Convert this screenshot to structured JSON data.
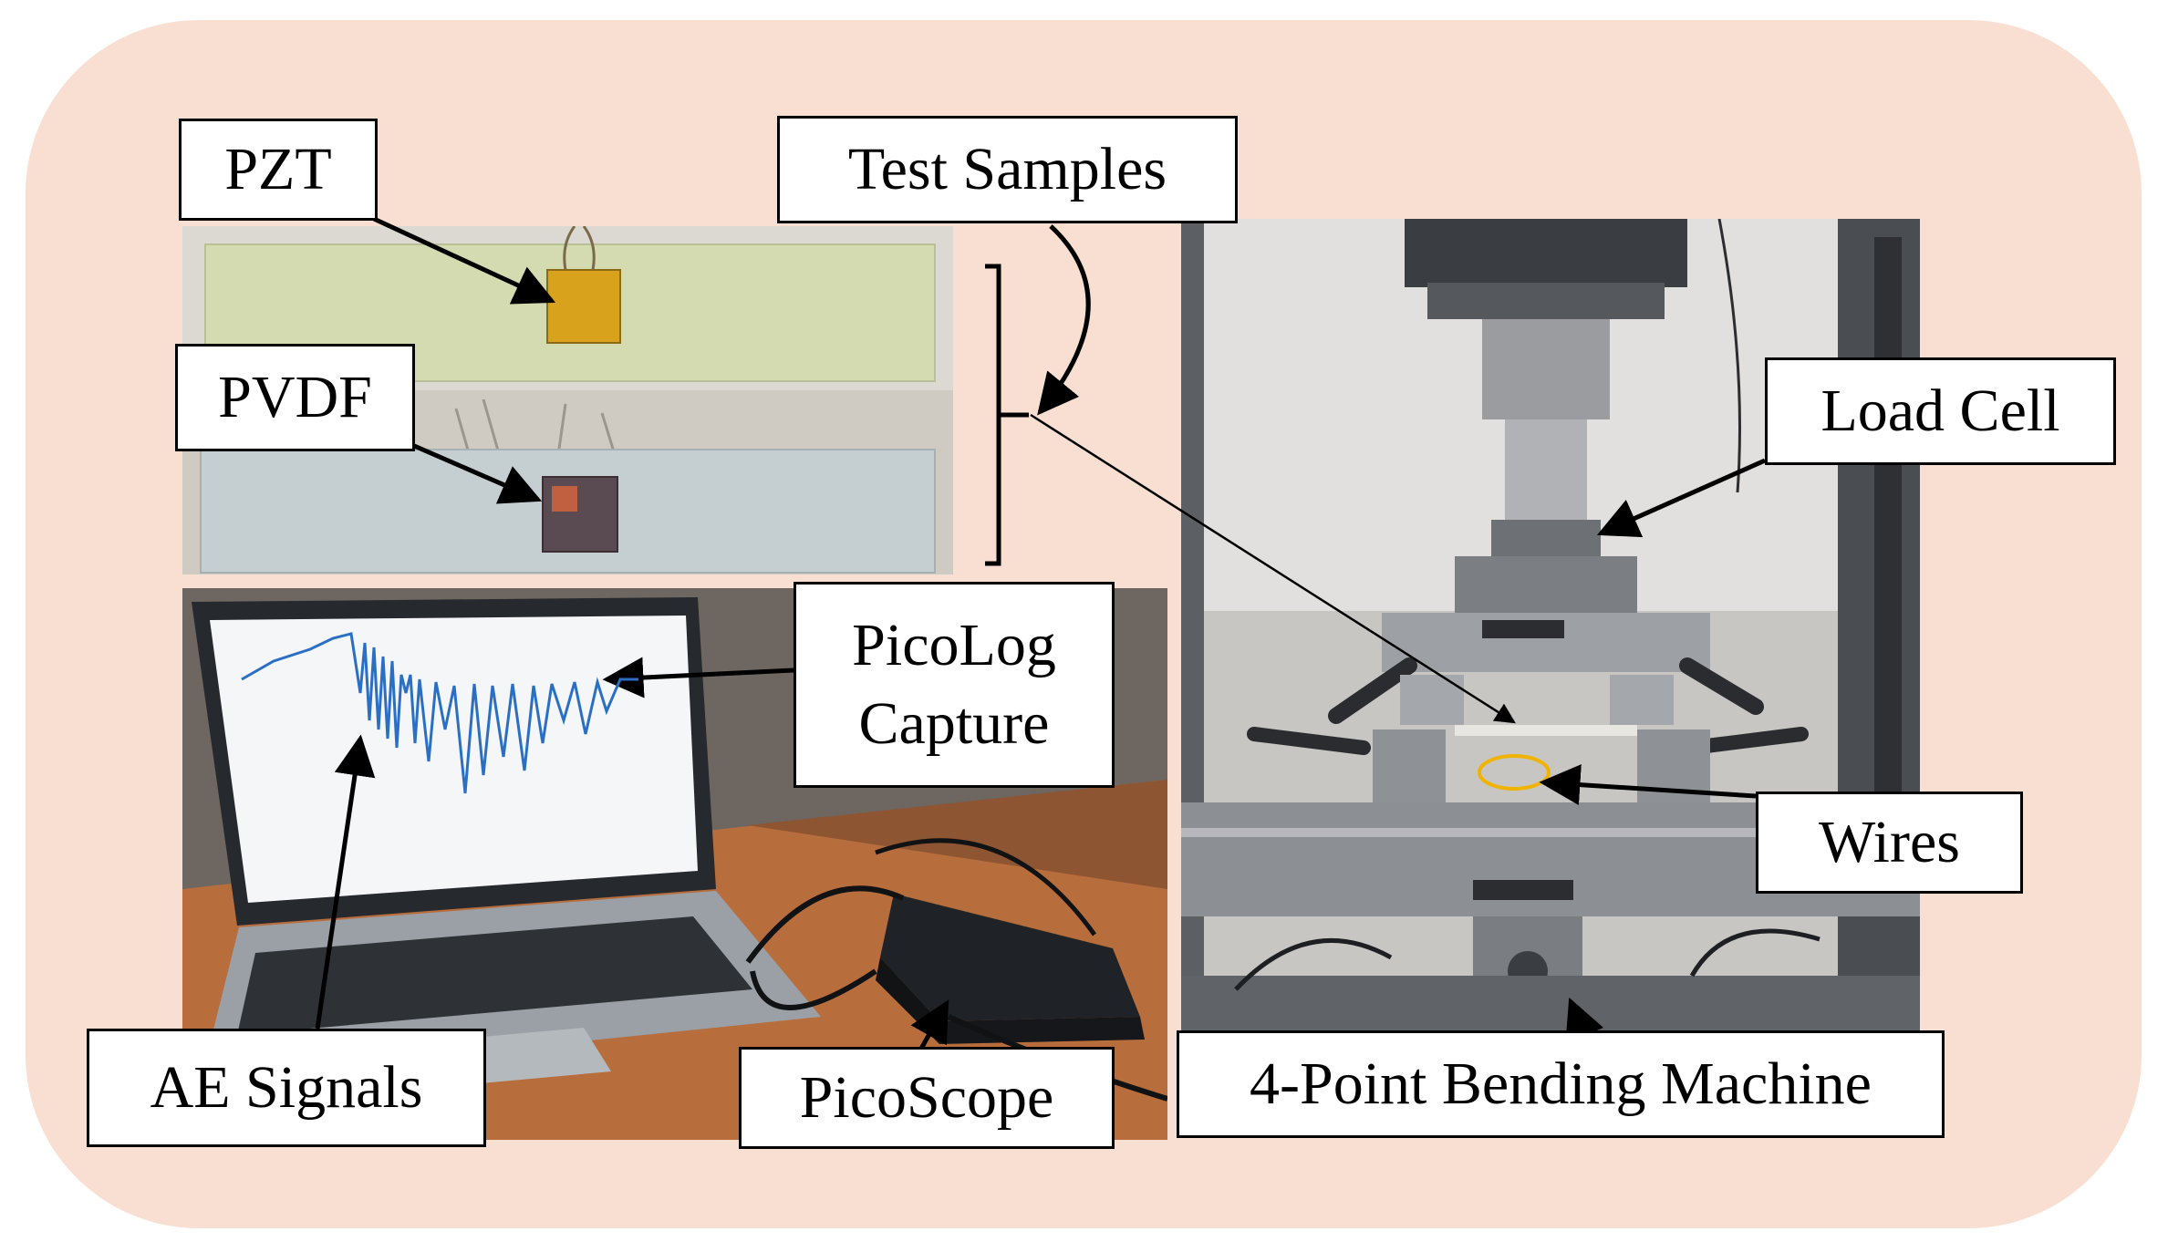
{
  "labels": {
    "pzt": "PZT",
    "pvdf": "PVDF",
    "test_samples": "Test Samples",
    "load_cell": "Load Cell",
    "picolog_line1": "PicoLog",
    "picolog_line2": "Capture",
    "wires": "Wires",
    "ae_signals": "AE Signals",
    "picoscope": "PicoScope",
    "bending_machine": "4-Point Bending Machine"
  },
  "colors": {
    "panel_background": "#f8dfd2",
    "signal_trace": "#2a6fc4",
    "pzt_patch": "#d8a21c",
    "pvdf_patch": "#5a4a52",
    "marker_ring": "#f0b400"
  }
}
